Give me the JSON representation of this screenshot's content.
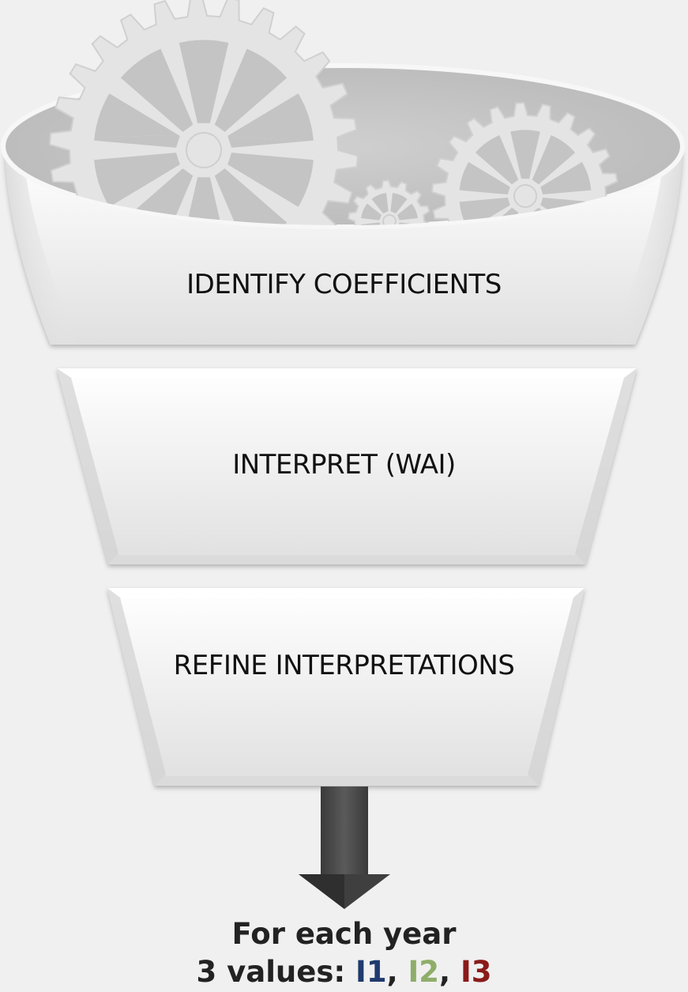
{
  "stages": [
    {
      "label": "IDENTIFY COEFFICIENTS"
    },
    {
      "label": "INTERPRET (WAI)"
    },
    {
      "label": "REFINE INTERPRETATIONS"
    }
  ],
  "result": {
    "line1": "For each year",
    "line2_prefix": "3 values: ",
    "value1": "I1",
    "sep1": ", ",
    "value2": "I2",
    "sep2": ", ",
    "value3": "I3"
  },
  "colors": {
    "background": "#f0f0f0",
    "value1": "#1f3a6e",
    "value2": "#8fae6a",
    "value3": "#8b1a1a",
    "arrow": "#4a4a4a"
  },
  "icons": [
    "gear-icon"
  ]
}
